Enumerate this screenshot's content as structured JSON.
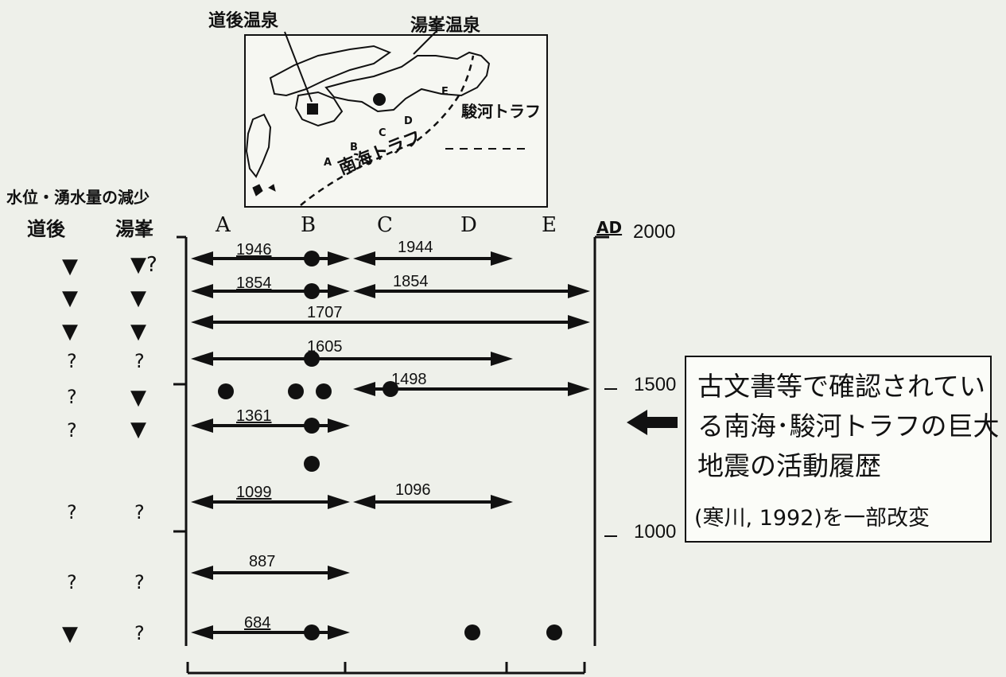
{
  "map": {
    "dogo_onsen": "道後温泉",
    "yunomine_onsen": "湯峯温泉",
    "suruga_trough": "駿河トラフ",
    "nankai_trough": "南海トラフ",
    "segments": [
      "A",
      "B",
      "C",
      "D",
      "E"
    ]
  },
  "left_header": {
    "title": "水位・湧水量の減少",
    "col_dogo": "道後",
    "col_yunomine": "湯峯"
  },
  "segment_headers": [
    "A",
    "B",
    "C",
    "D",
    "E"
  ],
  "axis": {
    "unit": "AD",
    "ticks": [
      "2000",
      "1500",
      "1000"
    ]
  },
  "events": [
    {
      "year": "1946",
      "dogo": "▼",
      "yunomine": "▼?",
      "span_label": "1946",
      "second_label": "1944"
    },
    {
      "year": "1854",
      "dogo": "▼",
      "yunomine": "▼",
      "span_label": "1854",
      "second_label": "1854"
    },
    {
      "year": "1707",
      "dogo": "▼",
      "yunomine": "▼",
      "span_label": "1707"
    },
    {
      "year": "1605",
      "dogo": "?",
      "yunomine": "?",
      "span_label": "1605"
    },
    {
      "year": "1498",
      "dogo": "?",
      "yunomine": "▼",
      "span_label": "1498"
    },
    {
      "year": "1361",
      "dogo": "?",
      "yunomine": "▼",
      "span_label": "1361"
    },
    {
      "year": "1099",
      "dogo": "?",
      "yunomine": "?",
      "span_label": "1099",
      "second_label": "1096"
    },
    {
      "year": "887",
      "dogo": "?",
      "yunomine": "?",
      "span_label": "887"
    },
    {
      "year": "684",
      "dogo": "▼",
      "yunomine": "?",
      "span_label": "684"
    }
  ],
  "caption": {
    "line1": "古文書等で確認されてい",
    "line2": "る南海･駿河トラフの巨大",
    "line3": "地震の活動履歴",
    "citation": "(寒川, 1992)を一部改変"
  },
  "colors": {
    "ink": "#111111",
    "background": "#eef0ea",
    "box": "#fbfcf8"
  }
}
